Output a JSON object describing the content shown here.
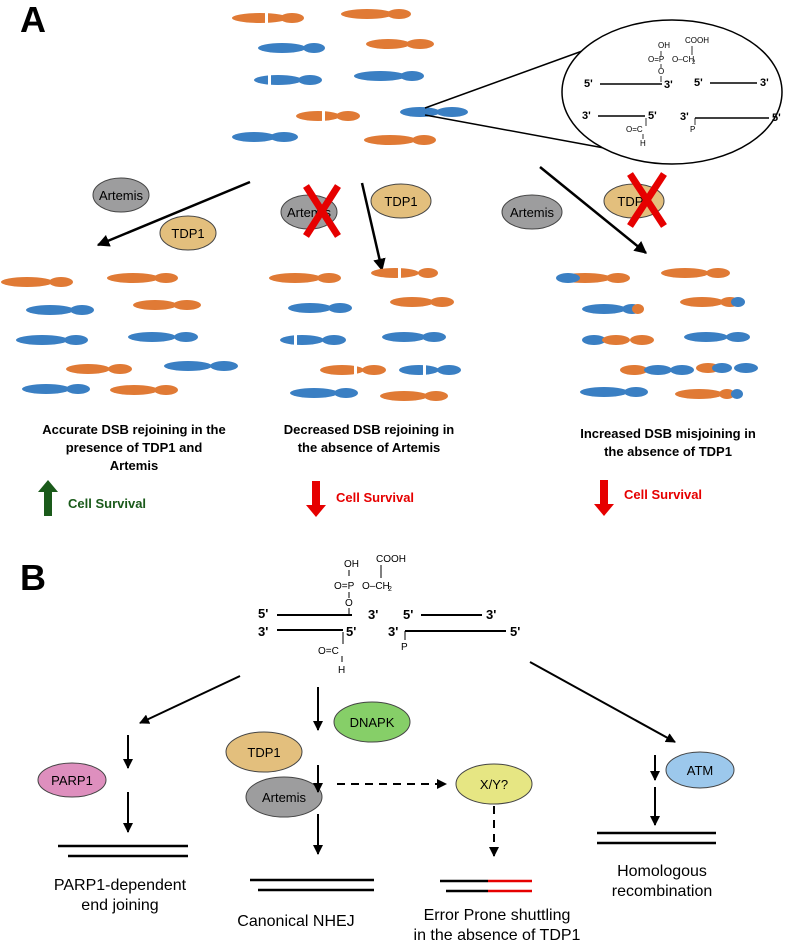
{
  "panel_a": {
    "label": "A",
    "proteins": {
      "artemis": "Artemis",
      "tdp1": "TDP1"
    },
    "inset": {
      "oh": "OH",
      "cooh": "COOH",
      "o_eq_p": "O=P",
      "o_ch2": "O–CH",
      "sub2": "2",
      "o": "O",
      "five_prime": "5'",
      "three_prime": "3'",
      "cho_o": "O=C",
      "h": "H",
      "p": "P"
    },
    "outcomes": [
      {
        "line1": "Accurate DSB rejoining in the",
        "line2": "presence of TDP1 and",
        "line3": "Artemis",
        "effect": "Cell Survival",
        "direction": "up"
      },
      {
        "line1": "Decreased DSB rejoining in",
        "line2": "the absence of Artemis",
        "line3": "",
        "effect": "Cell Survival",
        "direction": "down"
      },
      {
        "line1": "Increased DSB misjoining in",
        "line2": "the absence of TDP1",
        "line3": "",
        "effect": "Cell Survival",
        "direction": "down"
      }
    ]
  },
  "panel_b": {
    "label": "B",
    "proteins": {
      "parp1": "PARP1",
      "tdp1": "TDP1",
      "artemis": "Artemis",
      "dnapk": "DNAPK",
      "xy": "X/Y?",
      "atm": "ATM"
    },
    "pathways": {
      "parp1_line1": "PARP1-dependent",
      "parp1_line2": "end joining",
      "nhej": "Canonical NHEJ",
      "error_line1": "Error Prone shuttling",
      "error_line2": "in the absence of TDP1",
      "hr_line1": "Homologous",
      "hr_line2": "recombination"
    }
  },
  "colors": {
    "orange": "#E07A35",
    "blue": "#3A7FC3",
    "gray": "#9D9D9E",
    "tan": "#E3BF7D",
    "pink": "#DE8FBE",
    "yellow": "#E6E683",
    "lightblue": "#9CC8EC",
    "green_dnapk": "#86CF68",
    "red": "#E60000",
    "dark_green": "#1A5A1A"
  }
}
